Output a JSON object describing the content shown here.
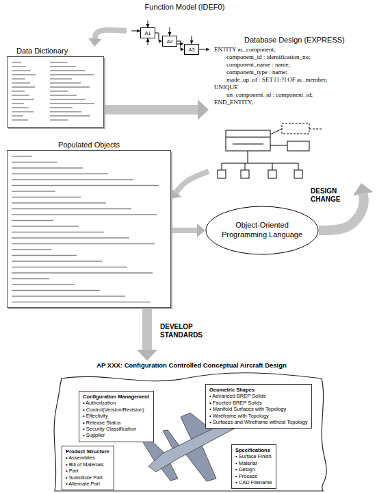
{
  "diagram": {
    "nodes": [
      {
        "text": [
          "Function Model (IDEF0)"
        ]
      },
      {
        "text": [
          "A1"
        ],
        "in": 0
      },
      {
        "text": [
          "A2"
        ],
        "in": 0
      },
      {
        "text": [
          "A3"
        ],
        "in": 0
      },
      {
        "text": [
          "Data Dictionary"
        ]
      },
      {
        "text": [
          "Database Design (EXPRESS)",
          "ENTITY ac_component;",
          "component_id : identification_no;",
          "component_name : name;",
          "component_type : name;",
          "made_up_of : SET [1:?] OF ac_member;",
          "UNIQUE",
          "un_component_id : component_id;",
          "END_ENTITY;"
        ]
      },
      {
        "text": [
          "Populated Objects"
        ]
      },
      {
        "text": [
          "Object-Oriented Programming Language"
        ]
      },
      {
        "text": [
          "AP XXX: Configuration Controlled Conceptual Aircraft Design"
        ]
      },
      {
        "text": [
          "Configuration Management",
          "• Authorization",
          "• Control(Version/Revision)",
          "• Effectivity",
          "• Release Status",
          "• Security Classification",
          "• Supplier"
        ],
        "in": 8
      },
      {
        "text": [
          "Geometric Shapes",
          "• Advanced BREP Solids",
          "• Faceted BREP Solids",
          "• Manifold Surfaces with Topology",
          "• Wireframe with Topology",
          "• Surfaces and Wireframe without Topology"
        ],
        "in": 8
      },
      {
        "text": [
          "Product Structure",
          "• Assemblies",
          "• Bill of Materials",
          "• Part",
          "• Substitute Part",
          "• Alternate Part"
        ],
        "in": 8
      },
      {
        "text": [
          "Specifications",
          "• Surface Finish",
          "• Material",
          "• Design",
          "• Process",
          "• CAD Filename"
        ],
        "in": 8
      }
    ],
    "edges": [
      {
        "from": 0,
        "to": 4,
        "arrow": "to"
      },
      {
        "from": 1,
        "to": 2,
        "arrow": "to"
      },
      {
        "from": 2,
        "to": 3,
        "arrow": "to"
      },
      {
        "from": 4,
        "to": 5,
        "arrow": "to"
      },
      {
        "from": 5,
        "to": 6,
        "arrow": "to"
      },
      {
        "from": 6,
        "to": 7,
        "arrow": "to"
      },
      {
        "from": 7,
        "to": 5,
        "label": "DESIGN CHANGE",
        "arrow": "to"
      },
      {
        "from": 6,
        "to": 8,
        "label": "DEVELOP STANDARDS",
        "arrow": "to"
      }
    ]
  }
}
